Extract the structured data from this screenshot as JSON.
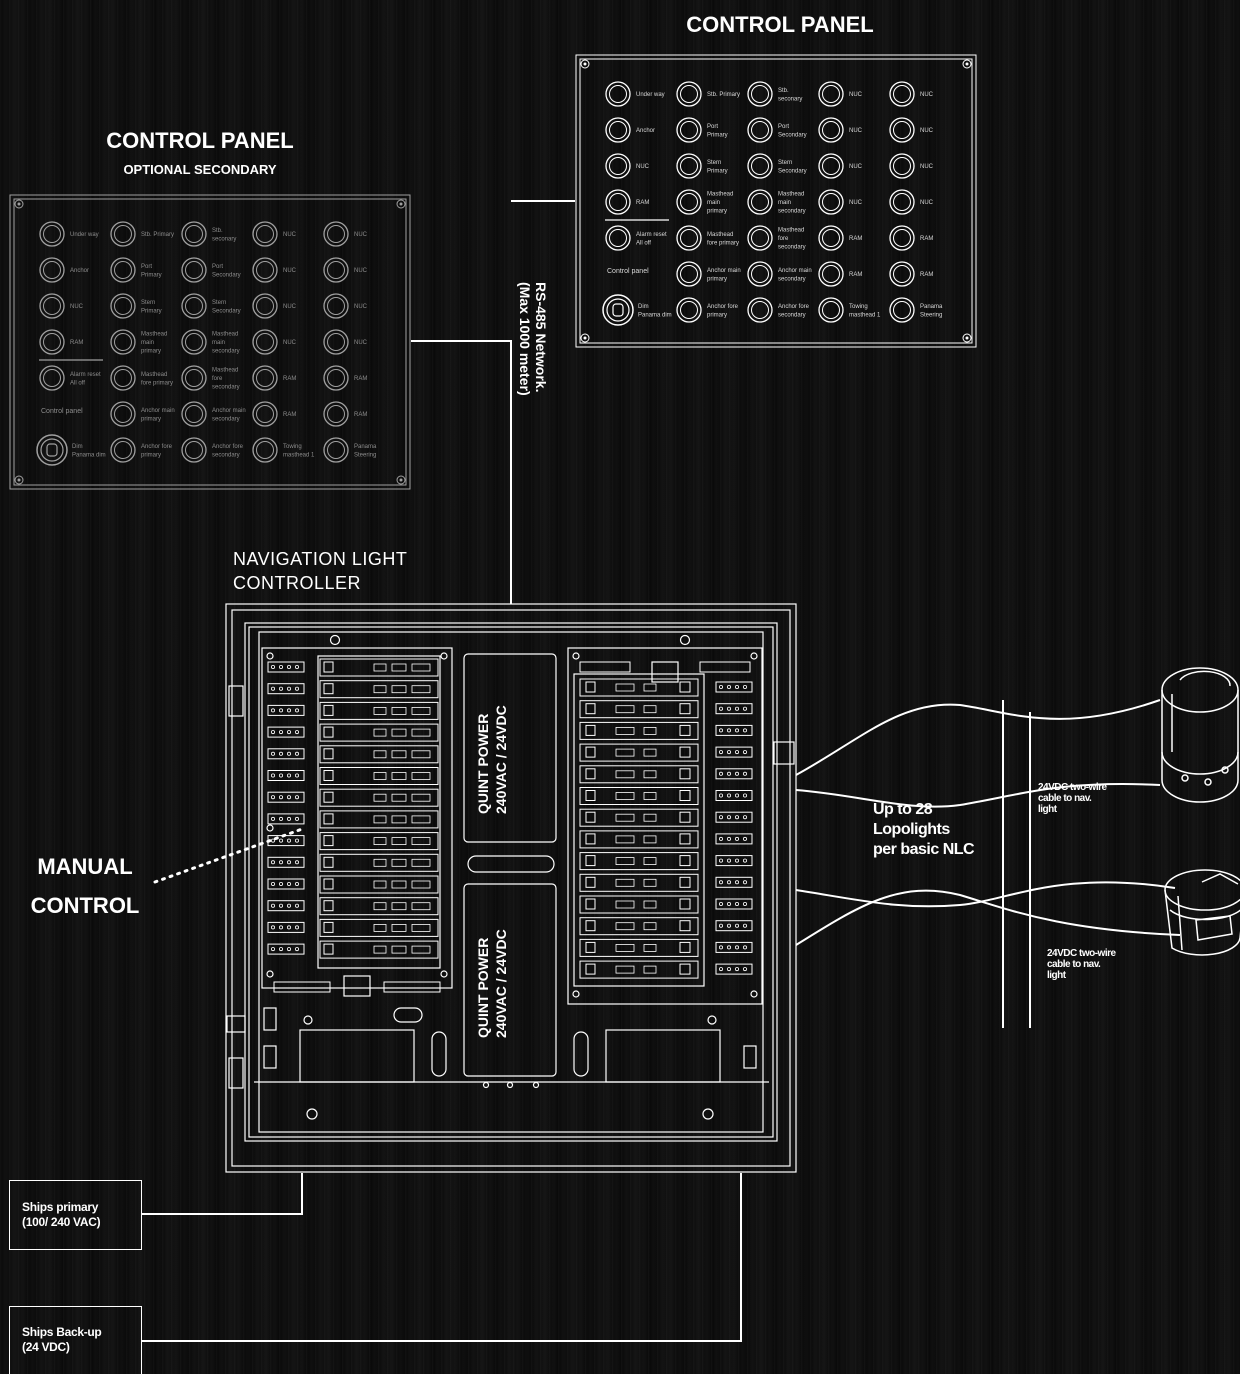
{
  "main_panel": {
    "title": "CONTROL PANEL",
    "rows": [
      [
        [
          "Under way"
        ],
        [
          "Stb. Primary"
        ],
        [
          "Stb.",
          "seconary"
        ],
        [
          "NUC"
        ],
        [
          "NUC"
        ]
      ],
      [
        [
          "Anchor"
        ],
        [
          "Port",
          "Primary"
        ],
        [
          "Port",
          "Secondary"
        ],
        [
          "NUC"
        ],
        [
          "NUC"
        ]
      ],
      [
        [
          "NUC"
        ],
        [
          "Stern",
          "Primary"
        ],
        [
          "Stern",
          "Secondary"
        ],
        [
          "NUC"
        ],
        [
          "NUC"
        ]
      ],
      [
        [
          "RAM"
        ],
        [
          "Masthead",
          "main",
          "primary"
        ],
        [
          "Masthead",
          "main",
          "secondary"
        ],
        [
          "NUC"
        ],
        [
          "NUC"
        ]
      ],
      [
        [
          "Alarm reset",
          "All off"
        ],
        [
          "Masthead",
          "fore primary"
        ],
        [
          "Masthead",
          "fore",
          "secondary"
        ],
        [
          "RAM"
        ],
        [
          "RAM"
        ]
      ],
      [
        [],
        [
          "Anchor main",
          "primary"
        ],
        [
          "Anchor main",
          "secondary"
        ],
        [
          "RAM"
        ],
        [
          "RAM"
        ]
      ],
      [
        [
          "Dim",
          "Panama dim"
        ],
        [
          "Anchor fore",
          "primary"
        ],
        [
          "Anchor fore",
          "secondary"
        ],
        [
          "Towing",
          "masthead 1"
        ],
        [
          "Panama",
          "Steering"
        ]
      ]
    ],
    "section_label": "Control panel"
  },
  "secondary_panel": {
    "title": "CONTROL PANEL",
    "subtitle": "OPTIONAL SECONDARY"
  },
  "network_label": {
    "line1": "RS-485 Network.",
    "line2": "(Max 1000 meter)"
  },
  "controller": {
    "title_line1": "NAVIGATION LIGHT",
    "title_line2": "CONTROLLER",
    "psu": [
      {
        "line1": "QUINT POWER",
        "line2": "240VAC / 24VDC"
      },
      {
        "line1": "QUINT POWER",
        "line2": "240VAC / 24VDC"
      }
    ]
  },
  "manual_control": {
    "line1": "MANUAL",
    "line2": "CONTROL"
  },
  "lopolights": {
    "line1": "Up to 28",
    "line2": "Lopolights",
    "line3": "per basic NLC"
  },
  "cables": [
    {
      "line1": "24VDC two-wire",
      "line2": "cable to nav.",
      "line3": "light"
    },
    {
      "line1": "24VDC two-wire",
      "line2": "cable to nav.",
      "line3": "light"
    }
  ],
  "supplies": [
    {
      "line1": "Ships primary",
      "line2": "(100/ 240 VAC)"
    },
    {
      "line1": "Ships Back-up",
      "line2": "(24 VDC)"
    }
  ],
  "colors": {
    "background": "#0a0a0a",
    "line": "#ffffff",
    "panel_text": "#cfcfcf",
    "secondary_text": "#8c8c8c"
  }
}
